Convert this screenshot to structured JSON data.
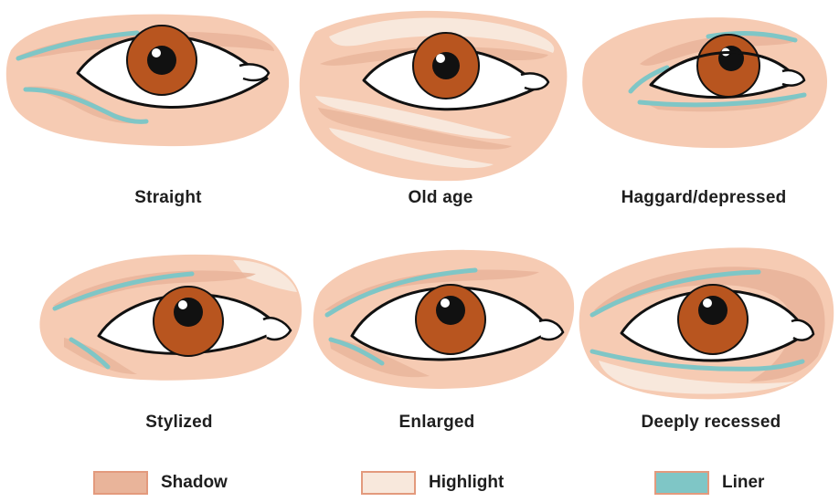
{
  "panels": [
    {
      "label": "Straight"
    },
    {
      "label": "Old age"
    },
    {
      "label": "Haggard/depressed"
    },
    {
      "label": "Stylized"
    },
    {
      "label": "Enlarged"
    },
    {
      "label": "Deeply recessed"
    }
  ],
  "legend": [
    {
      "label": "Shadow",
      "color": "#e9b49a"
    },
    {
      "label": "Highlight",
      "color": "#f8e8dc"
    },
    {
      "label": "Liner",
      "color": "#7fc6c6"
    }
  ],
  "colors": {
    "skin": "#f6cbb3",
    "shadow": "#e9b49a",
    "highlight": "#f8e8dc",
    "liner": "#7fc6c6",
    "iris": "#b8551f",
    "sclera": "#ffffff",
    "outline": "#111111"
  }
}
